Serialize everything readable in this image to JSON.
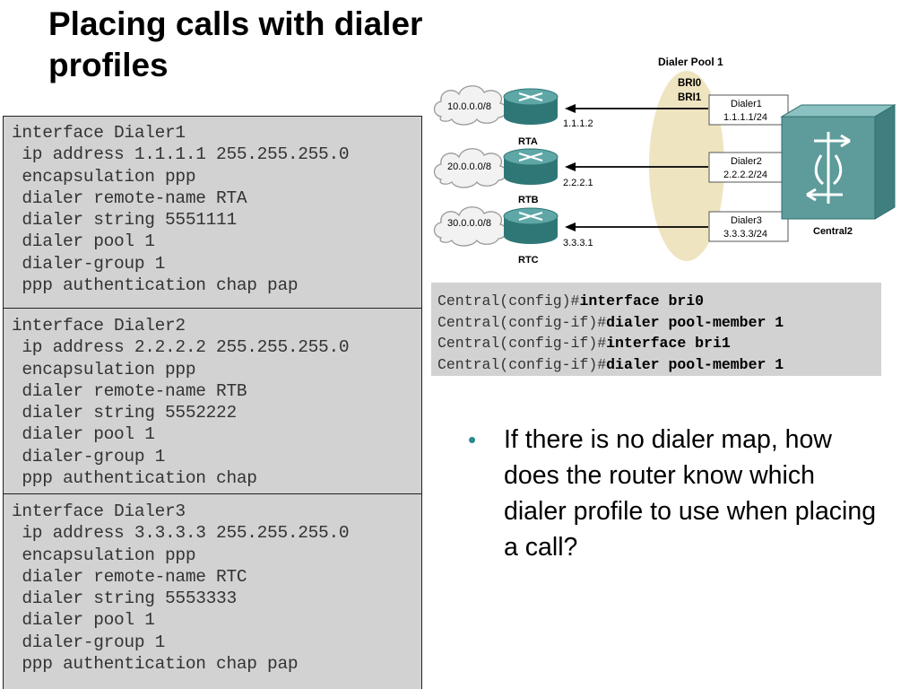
{
  "slide": {
    "title": "Placing calls with dialer profiles"
  },
  "code_blocks": [
    {
      "lines": [
        "interface Dialer1",
        " ip address 1.1.1.1 255.255.255.0",
        " encapsulation ppp",
        " dialer remote-name RTA",
        " dialer string 5551111",
        " dialer pool 1",
        " dialer-group 1",
        " ppp authentication chap pap"
      ]
    },
    {
      "lines": [
        "interface Dialer2",
        " ip address 2.2.2.2 255.255.255.0",
        " encapsulation ppp",
        " dialer remote-name RTB",
        " dialer string 5552222",
        " dialer pool 1",
        " dialer-group 1",
        " ppp authentication chap"
      ]
    },
    {
      "lines": [
        "interface Dialer3",
        " ip address 3.3.3.3 255.255.255.0",
        " encapsulation ppp",
        " dialer remote-name RTC",
        " dialer string 5553333",
        " dialer pool 1",
        " dialer-group 1",
        " ppp authentication chap pap"
      ]
    }
  ],
  "config_block": {
    "lines": [
      {
        "prompt": "Central(config)#",
        "cmd": "interface bri0"
      },
      {
        "prompt": "Central(config-if)#",
        "cmd": "dialer pool-member 1"
      },
      {
        "prompt": "Central(config-if)#",
        "cmd": "interface bri1"
      },
      {
        "prompt": "Central(config-if)#",
        "cmd": "dialer pool-member 1"
      }
    ]
  },
  "diagram": {
    "pool_label": "Dialer Pool 1",
    "bri_labels": [
      "BRI0",
      "BRI1"
    ],
    "routers": [
      {
        "network": "10.0.0.0/8",
        "name": "RTA",
        "ip": "1.1.1.2",
        "dialer": "Dialer1",
        "dialer_ip": "1.1.1.1/24"
      },
      {
        "network": "20.0.0.0/8",
        "name": "RTB",
        "ip": "2.2.2.1",
        "dialer": "Dialer2",
        "dialer_ip": "2.2.2.2/24"
      },
      {
        "network": "30.0.0.0/8",
        "name": "RTC",
        "ip": "3.3.3.1",
        "dialer": "Dialer3",
        "dialer_ip": "3.3.3.3/24"
      }
    ],
    "central_label": "Central2",
    "colors": {
      "router": "#3f8a8a",
      "pool": "#efe4c0",
      "switch": "#5e9b9b"
    }
  },
  "bullet": {
    "text": "If there is no dialer map, how does the router know which dialer profile to use when placing a call?"
  }
}
